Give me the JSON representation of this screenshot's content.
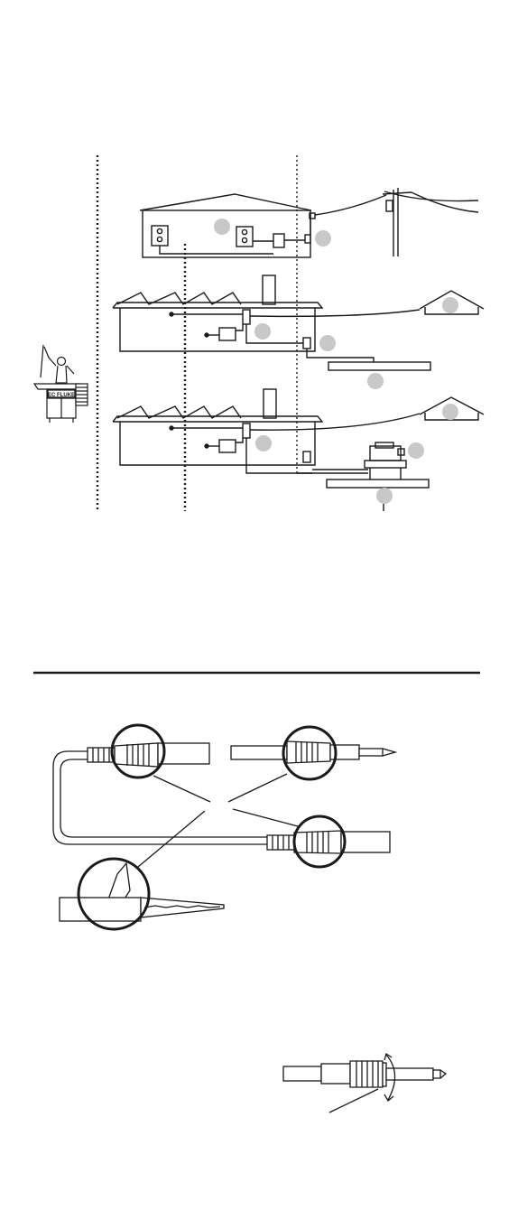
{
  "page": {
    "background": "#ffffff",
    "ink_color": "#1a1a1a",
    "marker_color": "#c8c8c8"
  },
  "installation_diagram": {
    "figure_label": "EC FLUKE",
    "category_dividers": 3,
    "location_markers": 9,
    "buildings": [
      {
        "name": "house-with-outlets",
        "has_outlets": true
      },
      {
        "name": "factory-with-distribution",
        "has_chimney": true,
        "sawtooth_roof": true
      },
      {
        "name": "factory-with-transformer",
        "has_chimney": true,
        "sawtooth_roof": true
      }
    ],
    "external_items": [
      "utility-pole",
      "remote-shed",
      "remote-shed",
      "transformer",
      "ground-rod"
    ]
  },
  "test_leads_diagram": {
    "components": [
      "test-lead-cable",
      "banana-plug-shroud",
      "probe-tip-shroud",
      "meter-end-plug",
      "alligator-clip"
    ],
    "callout_circles": 4
  },
  "probe_detail": {
    "components": [
      "probe-body",
      "finger-guard",
      "rotation-arrows",
      "probe-tip",
      "leader-line"
    ]
  }
}
